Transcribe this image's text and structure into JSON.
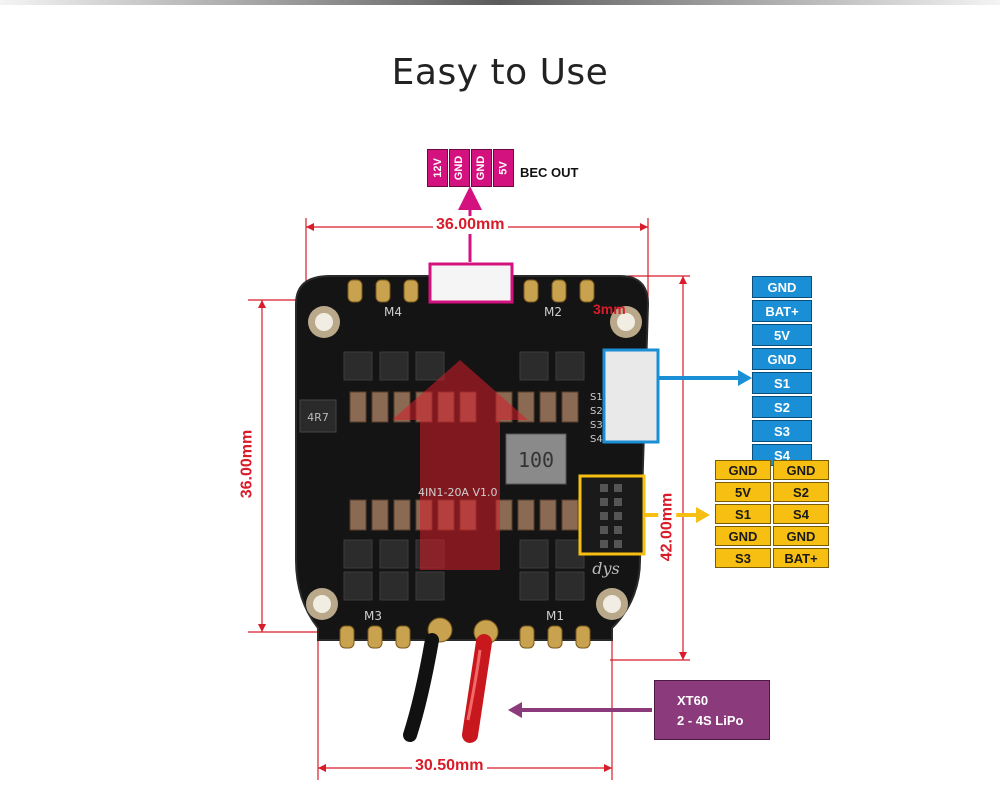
{
  "title": "Easy to Use",
  "bec_out": {
    "pins": [
      "12V",
      "GND",
      "GND",
      "5V"
    ],
    "label": "BEC OUT"
  },
  "dimensions": {
    "top_width": "36.00mm",
    "left_height": "36.00mm",
    "right_height": "42.00mm",
    "bottom_width": "30.50mm",
    "offset": "3mm"
  },
  "connector_blue": [
    "GND",
    "BAT+",
    "5V",
    "GND",
    "S1",
    "S2",
    "S3",
    "S4"
  ],
  "connector_yellow": [
    [
      "GND",
      "GND"
    ],
    [
      "5V",
      "S2"
    ],
    [
      "S1",
      "S4"
    ],
    [
      "GND",
      "GND"
    ],
    [
      "S3",
      "BAT+"
    ]
  ],
  "power_input": {
    "line1": "XT60",
    "line2": "2 - 4S LiPo"
  },
  "board": {
    "motor_labels": [
      "M4",
      "M2",
      "M3",
      "M1"
    ],
    "silk_left": "4R7",
    "silk_center": "4IN1-20A  V1.0",
    "inductor": "100",
    "logo": "dys",
    "side_pins": [
      "S1",
      "S2",
      "S3",
      "S4"
    ]
  },
  "colors": {
    "bec": "#d4127f",
    "blue_connector": "#1a8fd6",
    "yellow_connector": "#f6bf11",
    "dimension": "#d81c2a",
    "xt60": "#8b3a7c",
    "board": "#151515"
  }
}
